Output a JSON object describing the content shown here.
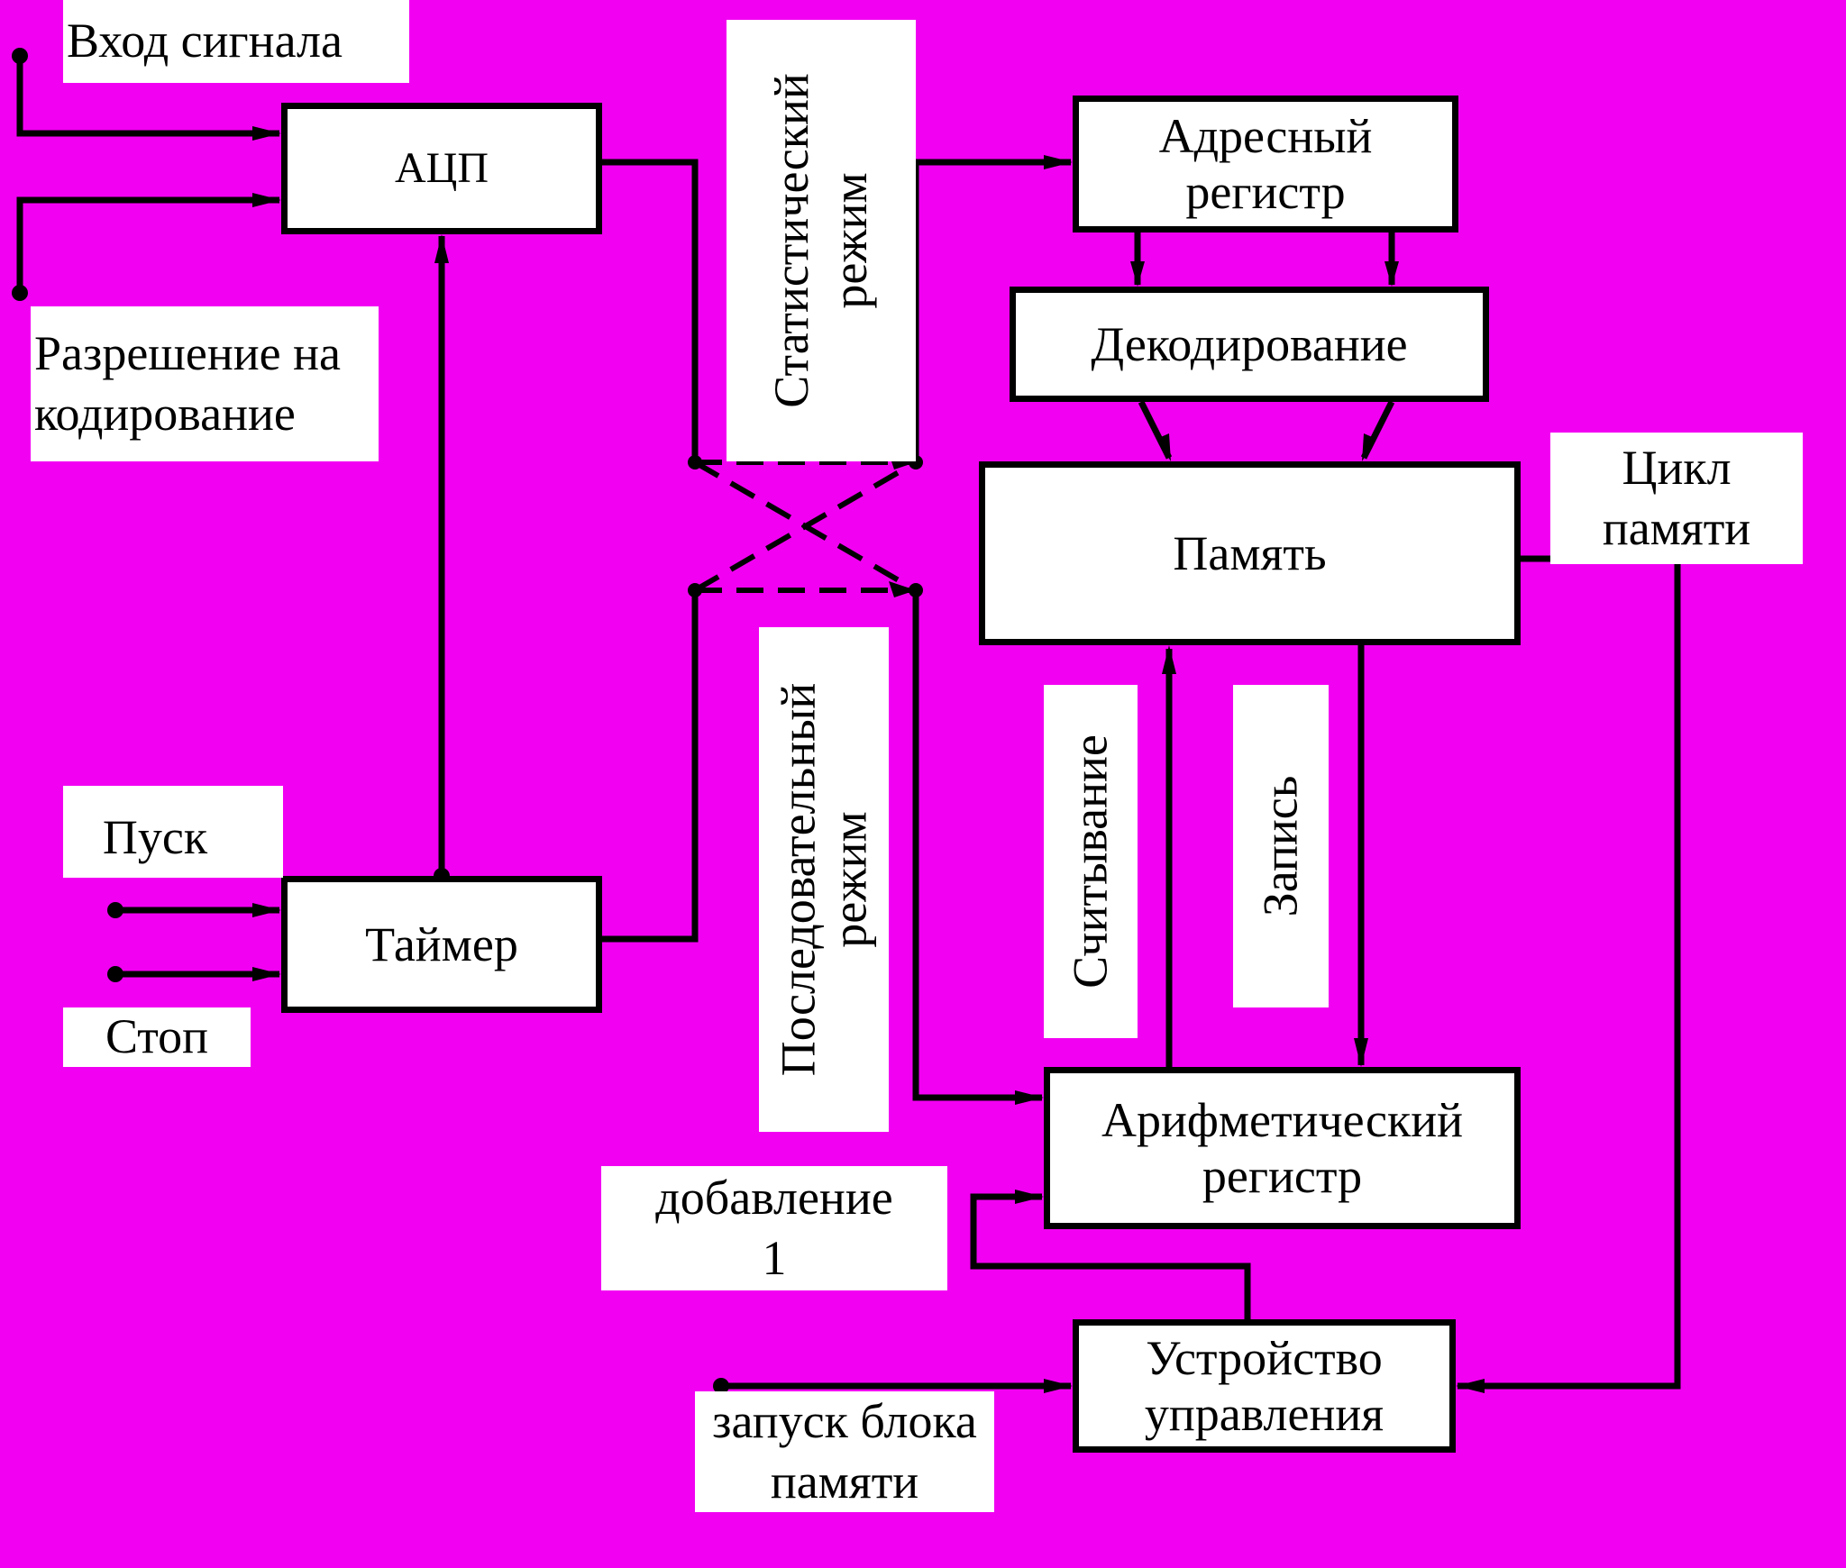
{
  "colors": {
    "background": "#f200f2",
    "box_fill": "#ffffff",
    "line": "#000000"
  },
  "blocks": {
    "adc": "АЦП",
    "timer": "Таймер",
    "address_register": "Адресный\nрегистр",
    "decoding": "Декодирование",
    "memory": "Память",
    "arithmetic_register": "Арифметический\nрегистр",
    "control_unit": "Устройство\nуправления"
  },
  "labels": {
    "signal_input": "Вход сигнала",
    "encoding_enable": "Разрешение на\nкодирование",
    "start": "Пуск",
    "stop": "Стоп",
    "statistical_mode": "Статистический\nрежим",
    "sequential_mode": "Последовательный\nрежим",
    "read": "Считывание",
    "write": "Запись",
    "memory_cycle": "Цикл\nпамяти",
    "add_one": "добавление\n1",
    "memory_block_start": "запуск блока\nпамяти"
  }
}
